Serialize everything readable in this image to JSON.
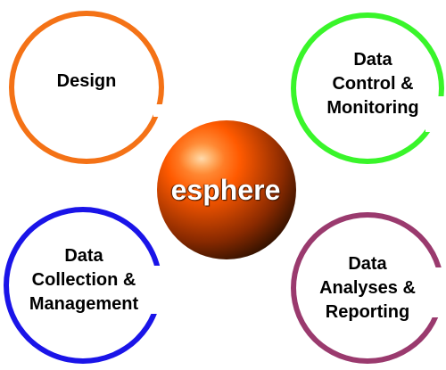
{
  "center": {
    "label": "esphere",
    "sphere_color_light": "#ff9a3c",
    "sphere_color_mid": "#ff5a00",
    "sphere_color_dark": "#2a0f00"
  },
  "nodes": [
    {
      "id": "design",
      "lines": [
        "Design"
      ],
      "color": "#f47216"
    },
    {
      "id": "control",
      "lines": [
        "Data",
        "Control &",
        "Monitoring"
      ],
      "color": "#39f52a"
    },
    {
      "id": "collection",
      "lines": [
        "Data",
        "Collection &",
        "Management"
      ],
      "color": "#1a14e8"
    },
    {
      "id": "analyses",
      "lines": [
        "Data",
        "Analyses &",
        "Reporting"
      ],
      "color": "#9a3a6e"
    }
  ]
}
